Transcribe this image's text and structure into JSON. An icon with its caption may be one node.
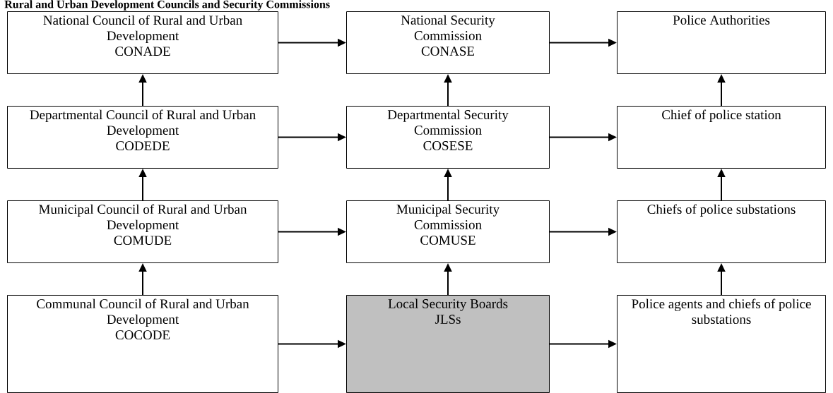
{
  "diagram": {
    "title": "Rural and Urban Development Councils and Security Commissions",
    "nodes": [
      {
        "text": [
          "National Council of Rural and Urban Development",
          "CONADE"
        ]
      },
      {
        "text": [
          "National Security Commission",
          "CONASE"
        ]
      },
      {
        "text": [
          "Police Authorities"
        ]
      },
      {
        "text": [
          "Departmental Council of Rural and Urban Development",
          "CODEDE"
        ]
      },
      {
        "text": [
          "Departmental Security Commission",
          "COSESE"
        ]
      },
      {
        "text": [
          "Chief of police station"
        ]
      },
      {
        "text": [
          "Municipal Council of Rural and Urban Development",
          "COMUDE"
        ]
      },
      {
        "text": [
          "Municipal Security Commission",
          "COMUSE"
        ]
      },
      {
        "text": [
          "Chiefs of police substations"
        ]
      },
      {
        "text": [
          "Communal Council of Rural and Urban Development",
          "COCODE"
        ]
      },
      {
        "text": [
          "Local Security Boards",
          "JLSs"
        ]
      },
      {
        "text": [
          "Police agents and chiefs of police substations"
        ]
      }
    ],
    "edges": [
      {
        "from": 0,
        "to": 1,
        "arrow": "to"
      },
      {
        "from": 1,
        "to": 2,
        "arrow": "to"
      },
      {
        "from": 3,
        "to": 0,
        "arrow": "to"
      },
      {
        "from": 4,
        "to": 1,
        "arrow": "to"
      },
      {
        "from": 5,
        "to": 2,
        "arrow": "to"
      },
      {
        "from": 3,
        "to": 4,
        "arrow": "to"
      },
      {
        "from": 4,
        "to": 5,
        "arrow": "to"
      },
      {
        "from": 6,
        "to": 3,
        "arrow": "to"
      },
      {
        "from": 7,
        "to": 4,
        "arrow": "to"
      },
      {
        "from": 8,
        "to": 5,
        "arrow": "to"
      },
      {
        "from": 6,
        "to": 7,
        "arrow": "to"
      },
      {
        "from": 7,
        "to": 8,
        "arrow": "to"
      },
      {
        "from": 9,
        "to": 6,
        "arrow": "to"
      },
      {
        "from": 10,
        "to": 7,
        "arrow": "to"
      },
      {
        "from": 11,
        "to": 8,
        "arrow": "to"
      },
      {
        "from": 9,
        "to": 10,
        "arrow": "to"
      },
      {
        "from": 10,
        "to": 11,
        "arrow": "to"
      }
    ]
  }
}
